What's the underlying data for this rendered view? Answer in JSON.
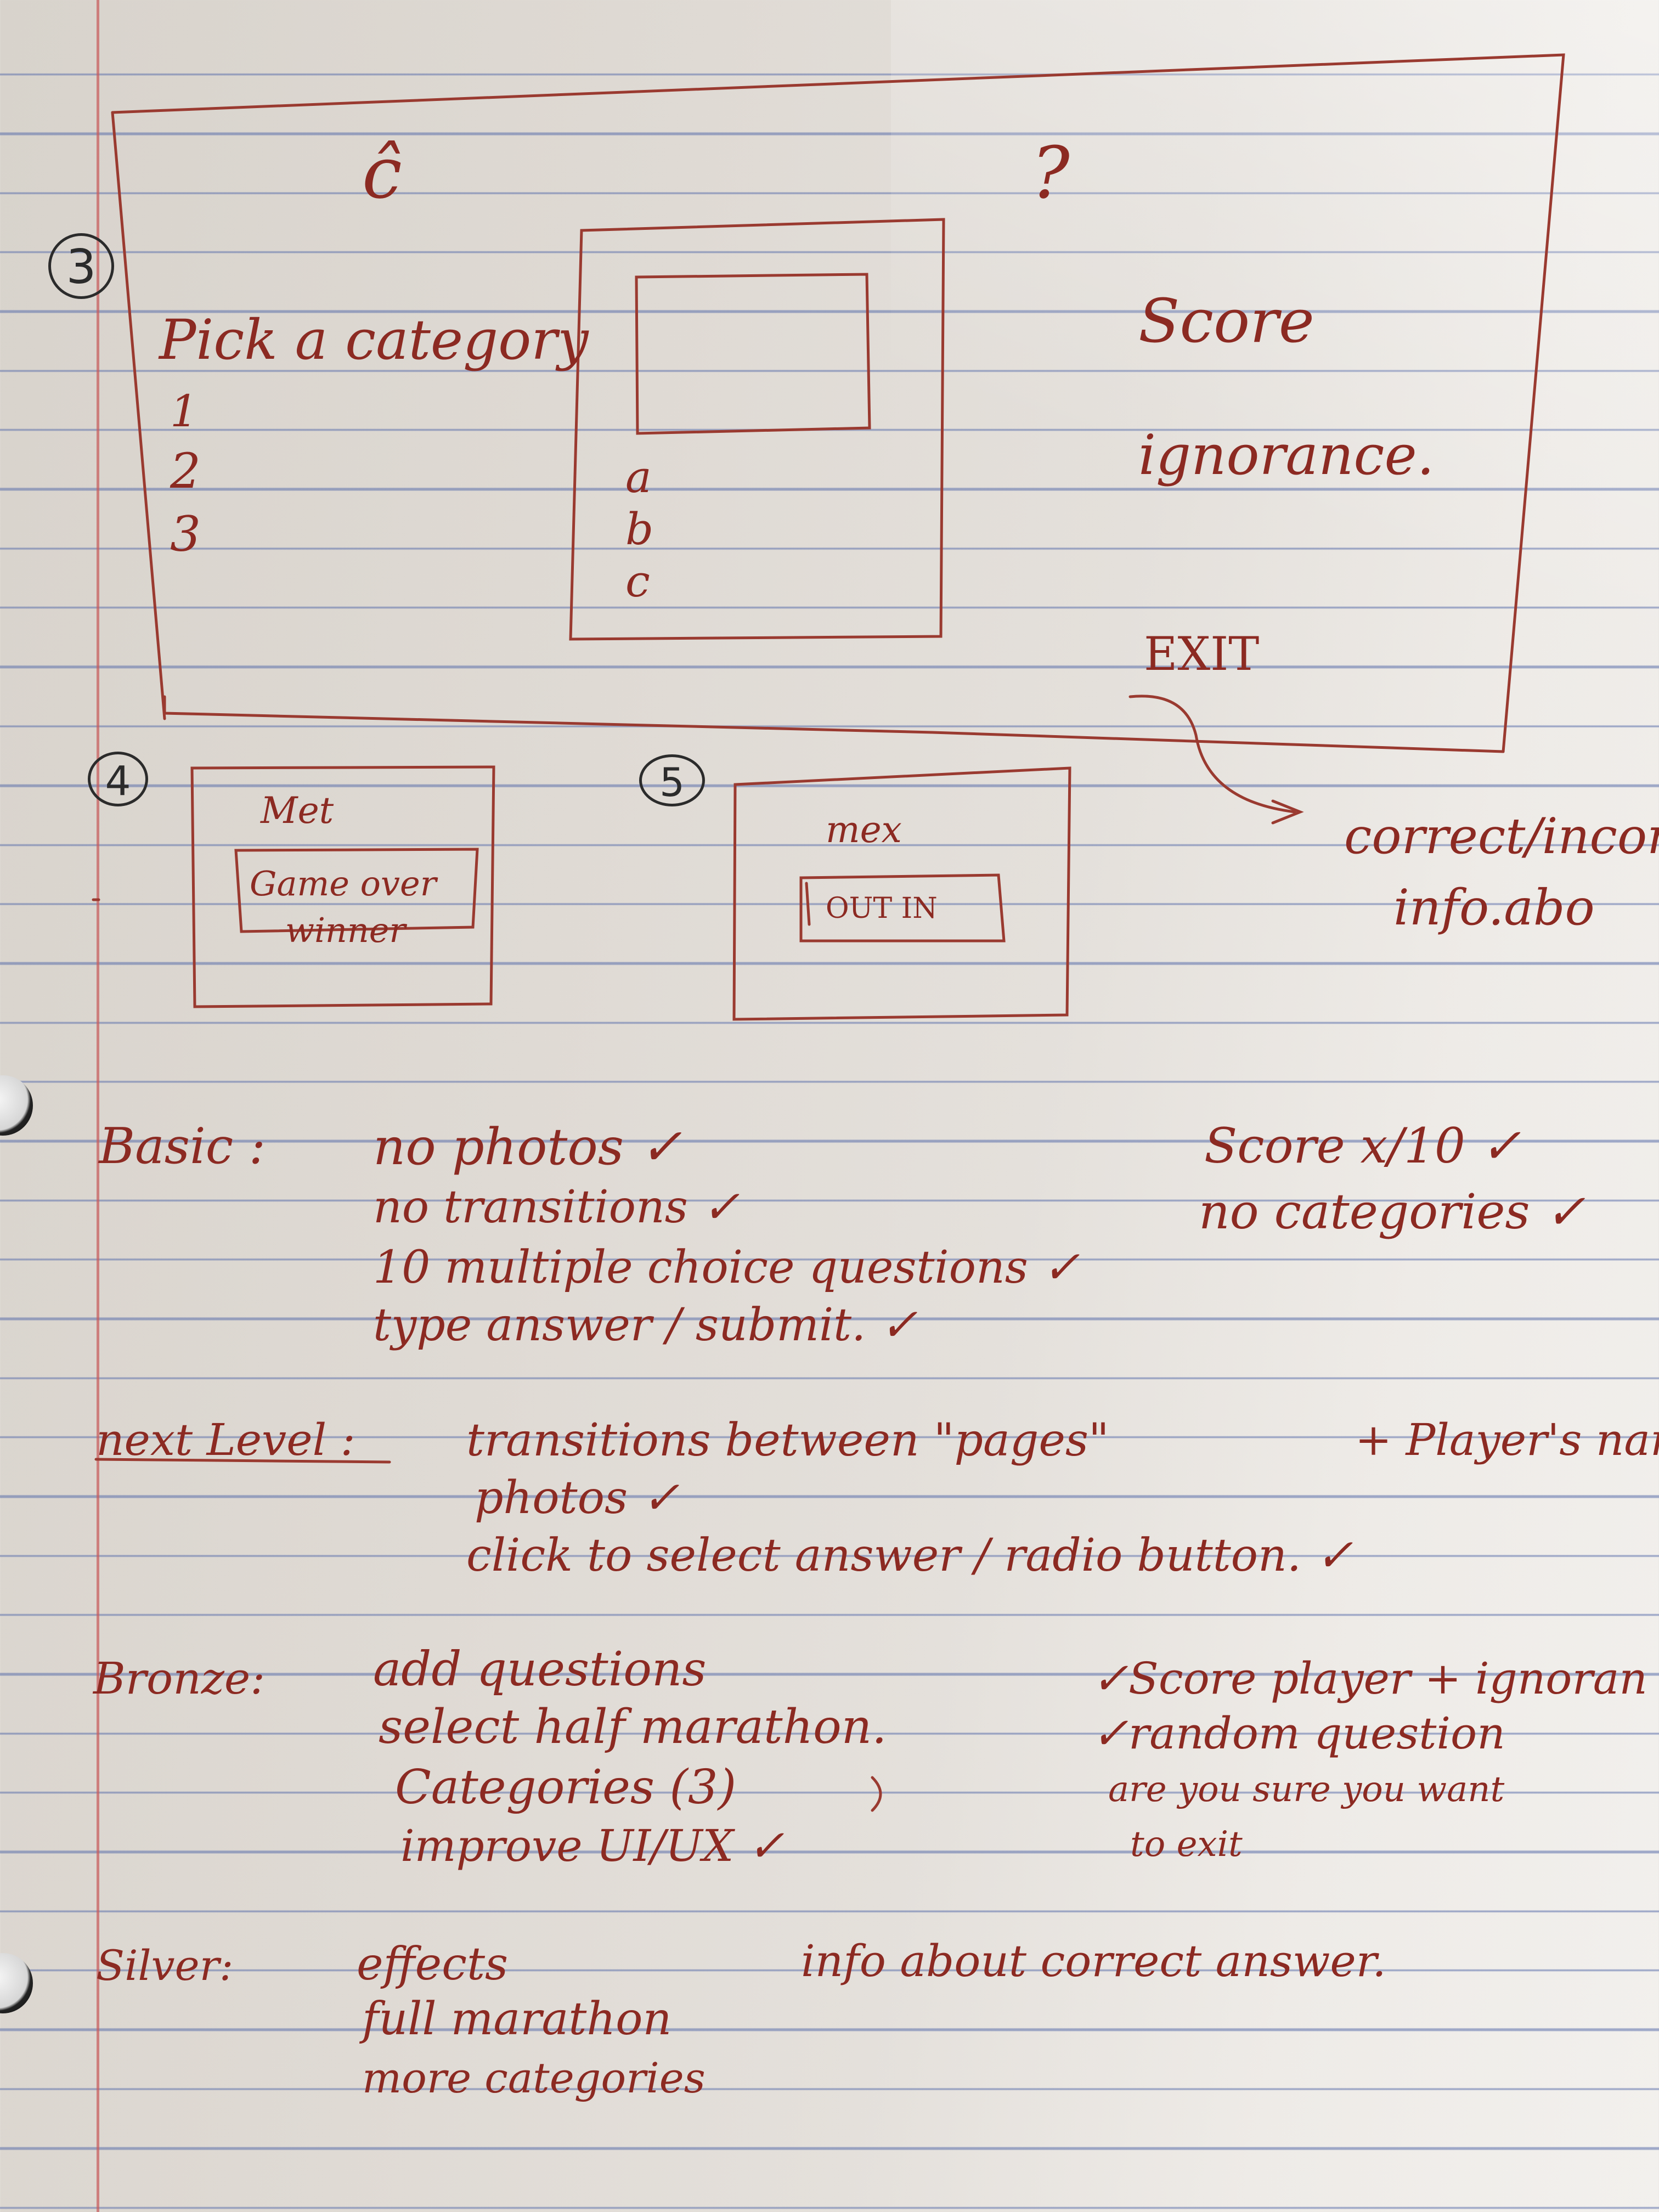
{
  "sketch": {
    "main": {
      "number": "3",
      "icon_top_left": "ĉ",
      "icon_top_right": "?",
      "pick_category": "Pick a category",
      "categories": [
        "1",
        "2",
        "3"
      ],
      "options": [
        "a",
        "b",
        "c"
      ],
      "score": "Score",
      "ignorance": "ignorance.",
      "exit": "EXIT"
    },
    "arrow_note": {
      "line1": "correct/incorr",
      "line2": "info.abo"
    },
    "screen4": {
      "number": "4",
      "title": "Met",
      "line1": "Game over",
      "line2": "winner"
    },
    "screen5": {
      "number": "5",
      "title": "mex",
      "buttons": "OUT IN"
    }
  },
  "levels": {
    "basic": {
      "label": "Basic :",
      "items": [
        "no photos ✓",
        "no transitions ✓",
        "10 multiple choice questions ✓",
        "type answer / submit. ✓"
      ],
      "right": [
        "Score x/10 ✓",
        "no categories ✓"
      ]
    },
    "next_level": {
      "label": "next Level :",
      "items": [
        "transitions between \"pages\"",
        "photos ✓",
        "click to select answer / radio button. ✓"
      ],
      "right": [
        "+ Player's nam"
      ]
    },
    "bronze": {
      "label": "Bronze:",
      "items": [
        "add questions",
        "select half marathon.",
        "Categories (3)",
        "improve UI/UX ✓"
      ],
      "right": [
        "✓Score player + ignoran",
        "✓random question",
        "are you sure you want",
        "to exit"
      ]
    },
    "silver": {
      "label": "Silver:",
      "items": [
        "effects",
        "full marathon",
        "more categories"
      ],
      "right": [
        "info about correct answer."
      ]
    }
  }
}
